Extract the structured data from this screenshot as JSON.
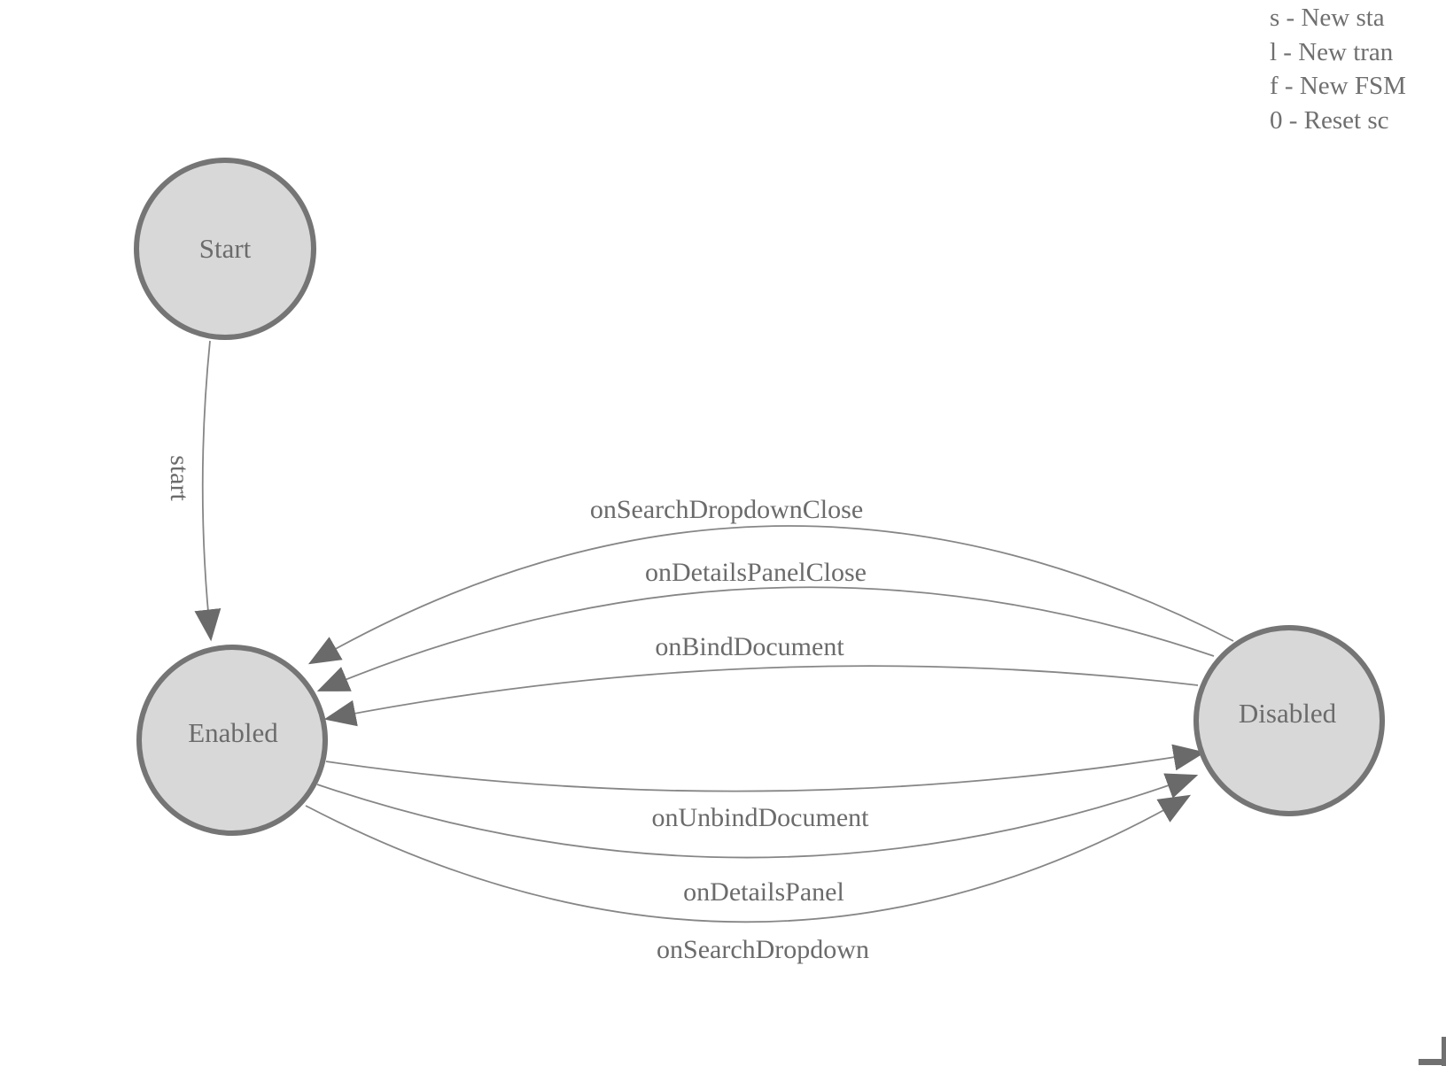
{
  "diagram": {
    "type": "state-machine",
    "states": [
      {
        "id": "start",
        "label": "Start"
      },
      {
        "id": "enabled",
        "label": "Enabled"
      },
      {
        "id": "disabled",
        "label": "Disabled"
      }
    ],
    "transitions": [
      {
        "label": "start",
        "from": "Start",
        "to": "Enabled"
      },
      {
        "label": "onSearchDropdownClose",
        "from": "Disabled",
        "to": "Enabled"
      },
      {
        "label": "onDetailsPanelClose",
        "from": "Disabled",
        "to": "Enabled"
      },
      {
        "label": "onBindDocument",
        "from": "Disabled",
        "to": "Enabled"
      },
      {
        "label": "onUnbindDocument",
        "from": "Enabled",
        "to": "Disabled"
      },
      {
        "label": "onDetailsPanel",
        "from": "Enabled",
        "to": "Disabled"
      },
      {
        "label": "onSearchDropdown",
        "from": "Enabled",
        "to": "Disabled"
      }
    ]
  },
  "legend": {
    "lines": [
      "s - New sta",
      "l - New tran",
      "f - New FSM",
      "0 - Reset sc"
    ]
  },
  "colors": {
    "state_fill": "#d8d8d8",
    "state_stroke": "#757575",
    "edge_line": "#868686",
    "arrowhead": "#6a6a6a",
    "label_text": "#6b6b6b",
    "legend_text": "#6f6f6f"
  }
}
